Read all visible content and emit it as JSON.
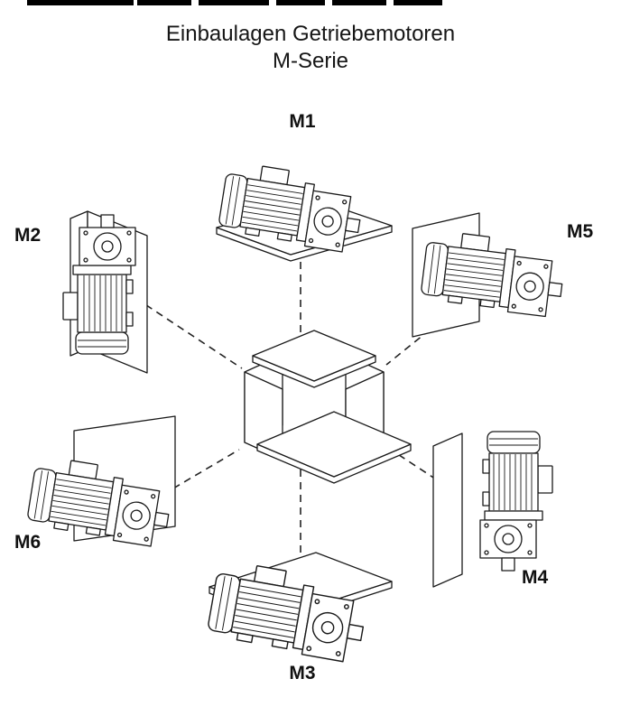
{
  "title": {
    "line1": "Einbaulagen Getriebemotoren",
    "line2": "M-Serie"
  },
  "labels": {
    "m1": "M1",
    "m2": "M2",
    "m3": "M3",
    "m4": "M4",
    "m5": "M5",
    "m6": "M6"
  },
  "diagram": {
    "type": "mounting-position-diagram",
    "subject": "gear motors (Getriebemotoren), M-Serie",
    "positions": [
      {
        "label": "M1",
        "placement": "top-center",
        "description": "motor horizontal on floor plate, shaft to the side"
      },
      {
        "label": "M2",
        "placement": "left",
        "description": "motor vertical on wall, shaft up"
      },
      {
        "label": "M3",
        "placement": "bottom-center",
        "description": "motor horizontal mounted under ceiling plate"
      },
      {
        "label": "M4",
        "placement": "bottom-right",
        "description": "motor vertical on wall, shaft down"
      },
      {
        "label": "M5",
        "placement": "right",
        "description": "motor horizontal on wall, shaft right"
      },
      {
        "label": "M6",
        "placement": "bottom-left",
        "description": "motor horizontal on wall, shaft right"
      }
    ]
  },
  "colors": {
    "ink": "#111111",
    "background": "#ffffff"
  }
}
